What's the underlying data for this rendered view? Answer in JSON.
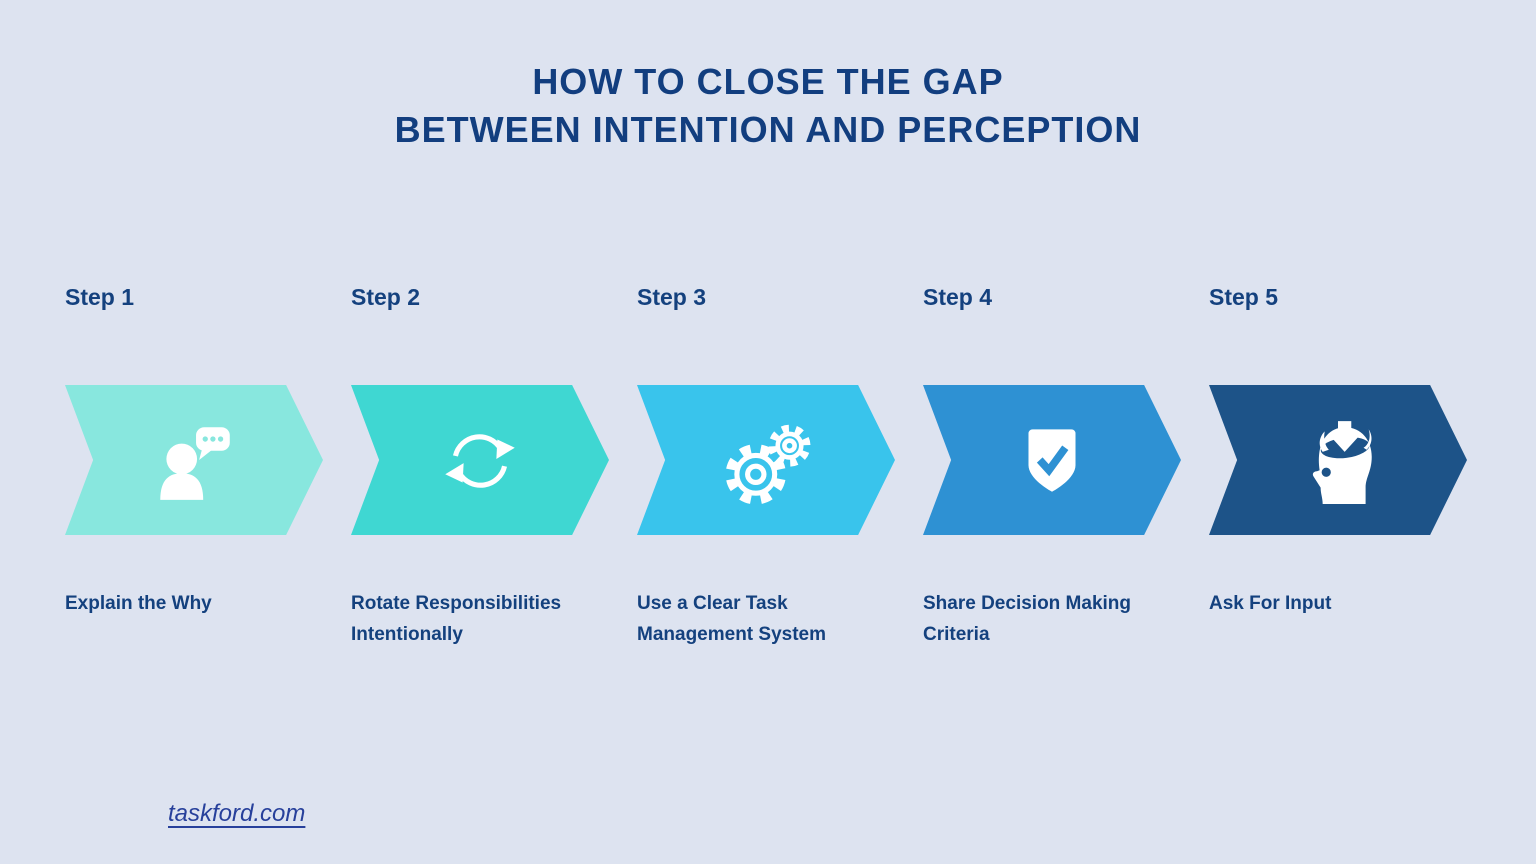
{
  "title": {
    "line1": "HOW TO CLOSE THE GAP",
    "line2": "BETWEEN INTENTION AND PERCEPTION"
  },
  "steps": [
    {
      "step_label": "Step 1",
      "caption": "Explain the Why",
      "color": "#88E7DE",
      "icon": "person-speech-icon"
    },
    {
      "step_label": "Step 2",
      "caption": "Rotate Responsibilities Intentionally",
      "color": "#3FD7D2",
      "icon": "sync-icon"
    },
    {
      "step_label": "Step 3",
      "caption": "Use a Clear Task Management System",
      "color": "#39C4EC",
      "icon": "gears-icon"
    },
    {
      "step_label": "Step 4",
      "caption": "Share Decision Making Criteria",
      "color": "#2E91D3",
      "icon": "shield-check-icon"
    },
    {
      "step_label": "Step 5",
      "caption": "Ask For Input",
      "color": "#1D5388",
      "icon": "head-input-icon"
    }
  ],
  "footer": {
    "site": "taskford.com"
  },
  "colors": {
    "background": "#DDE3F0",
    "heading_text": "#123E7F",
    "body_text": "#14417E",
    "link_text": "#27409B",
    "icon_color": "#FFFFFF"
  }
}
